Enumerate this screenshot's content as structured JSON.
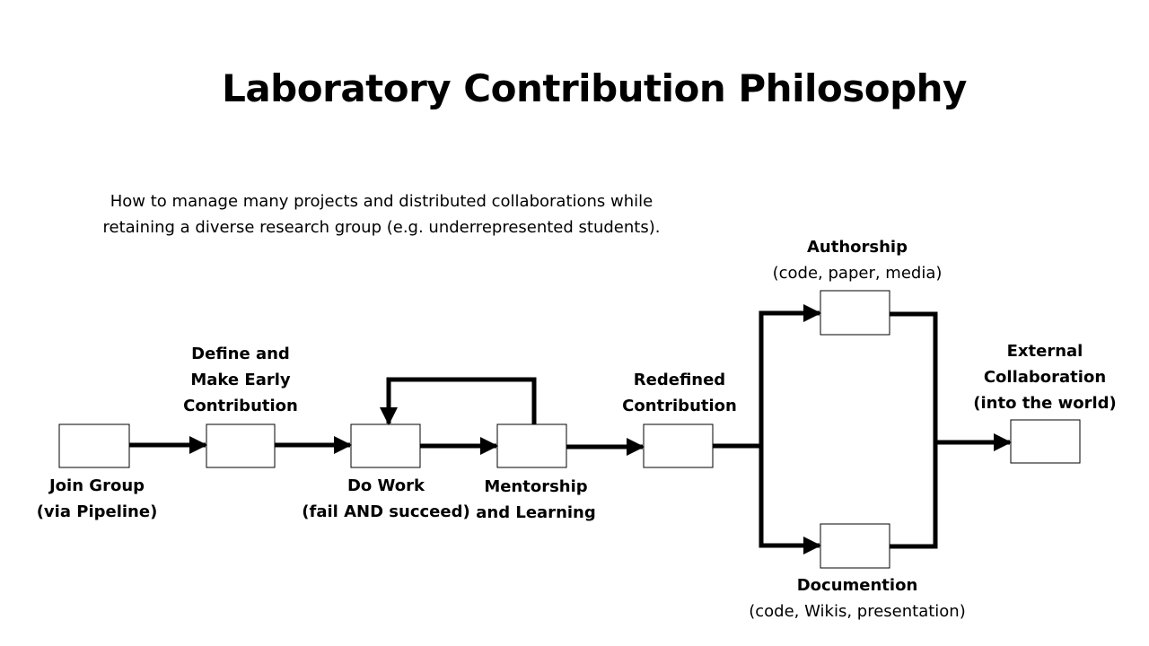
{
  "title": "Laboratory Contribution Philosophy",
  "subtitle": "How to manage many projects and distributed collaborations while retaining a diverse research group (e.g. underrepresented students).",
  "nodes": {
    "join": {
      "line1": "Join Group",
      "line2": "(via Pipeline)"
    },
    "define": {
      "line1": "Define and",
      "line2": "Make Early",
      "line3": "Contribution"
    },
    "work": {
      "line1": "Do Work",
      "line2": "(fail AND succeed)"
    },
    "mentor": {
      "line1": "Mentorship",
      "line2": "and Learning"
    },
    "redefined": {
      "line1": "Redefined",
      "line2": "Contribution"
    },
    "authorship": {
      "line1": "Authorship",
      "line2": "(code, paper, media)"
    },
    "documentation": {
      "line1": "Documention",
      "line2": "(code, Wikis, presentation)"
    },
    "external": {
      "line1": "External",
      "line2": "Collaboration",
      "line3": "(into the world)"
    }
  }
}
